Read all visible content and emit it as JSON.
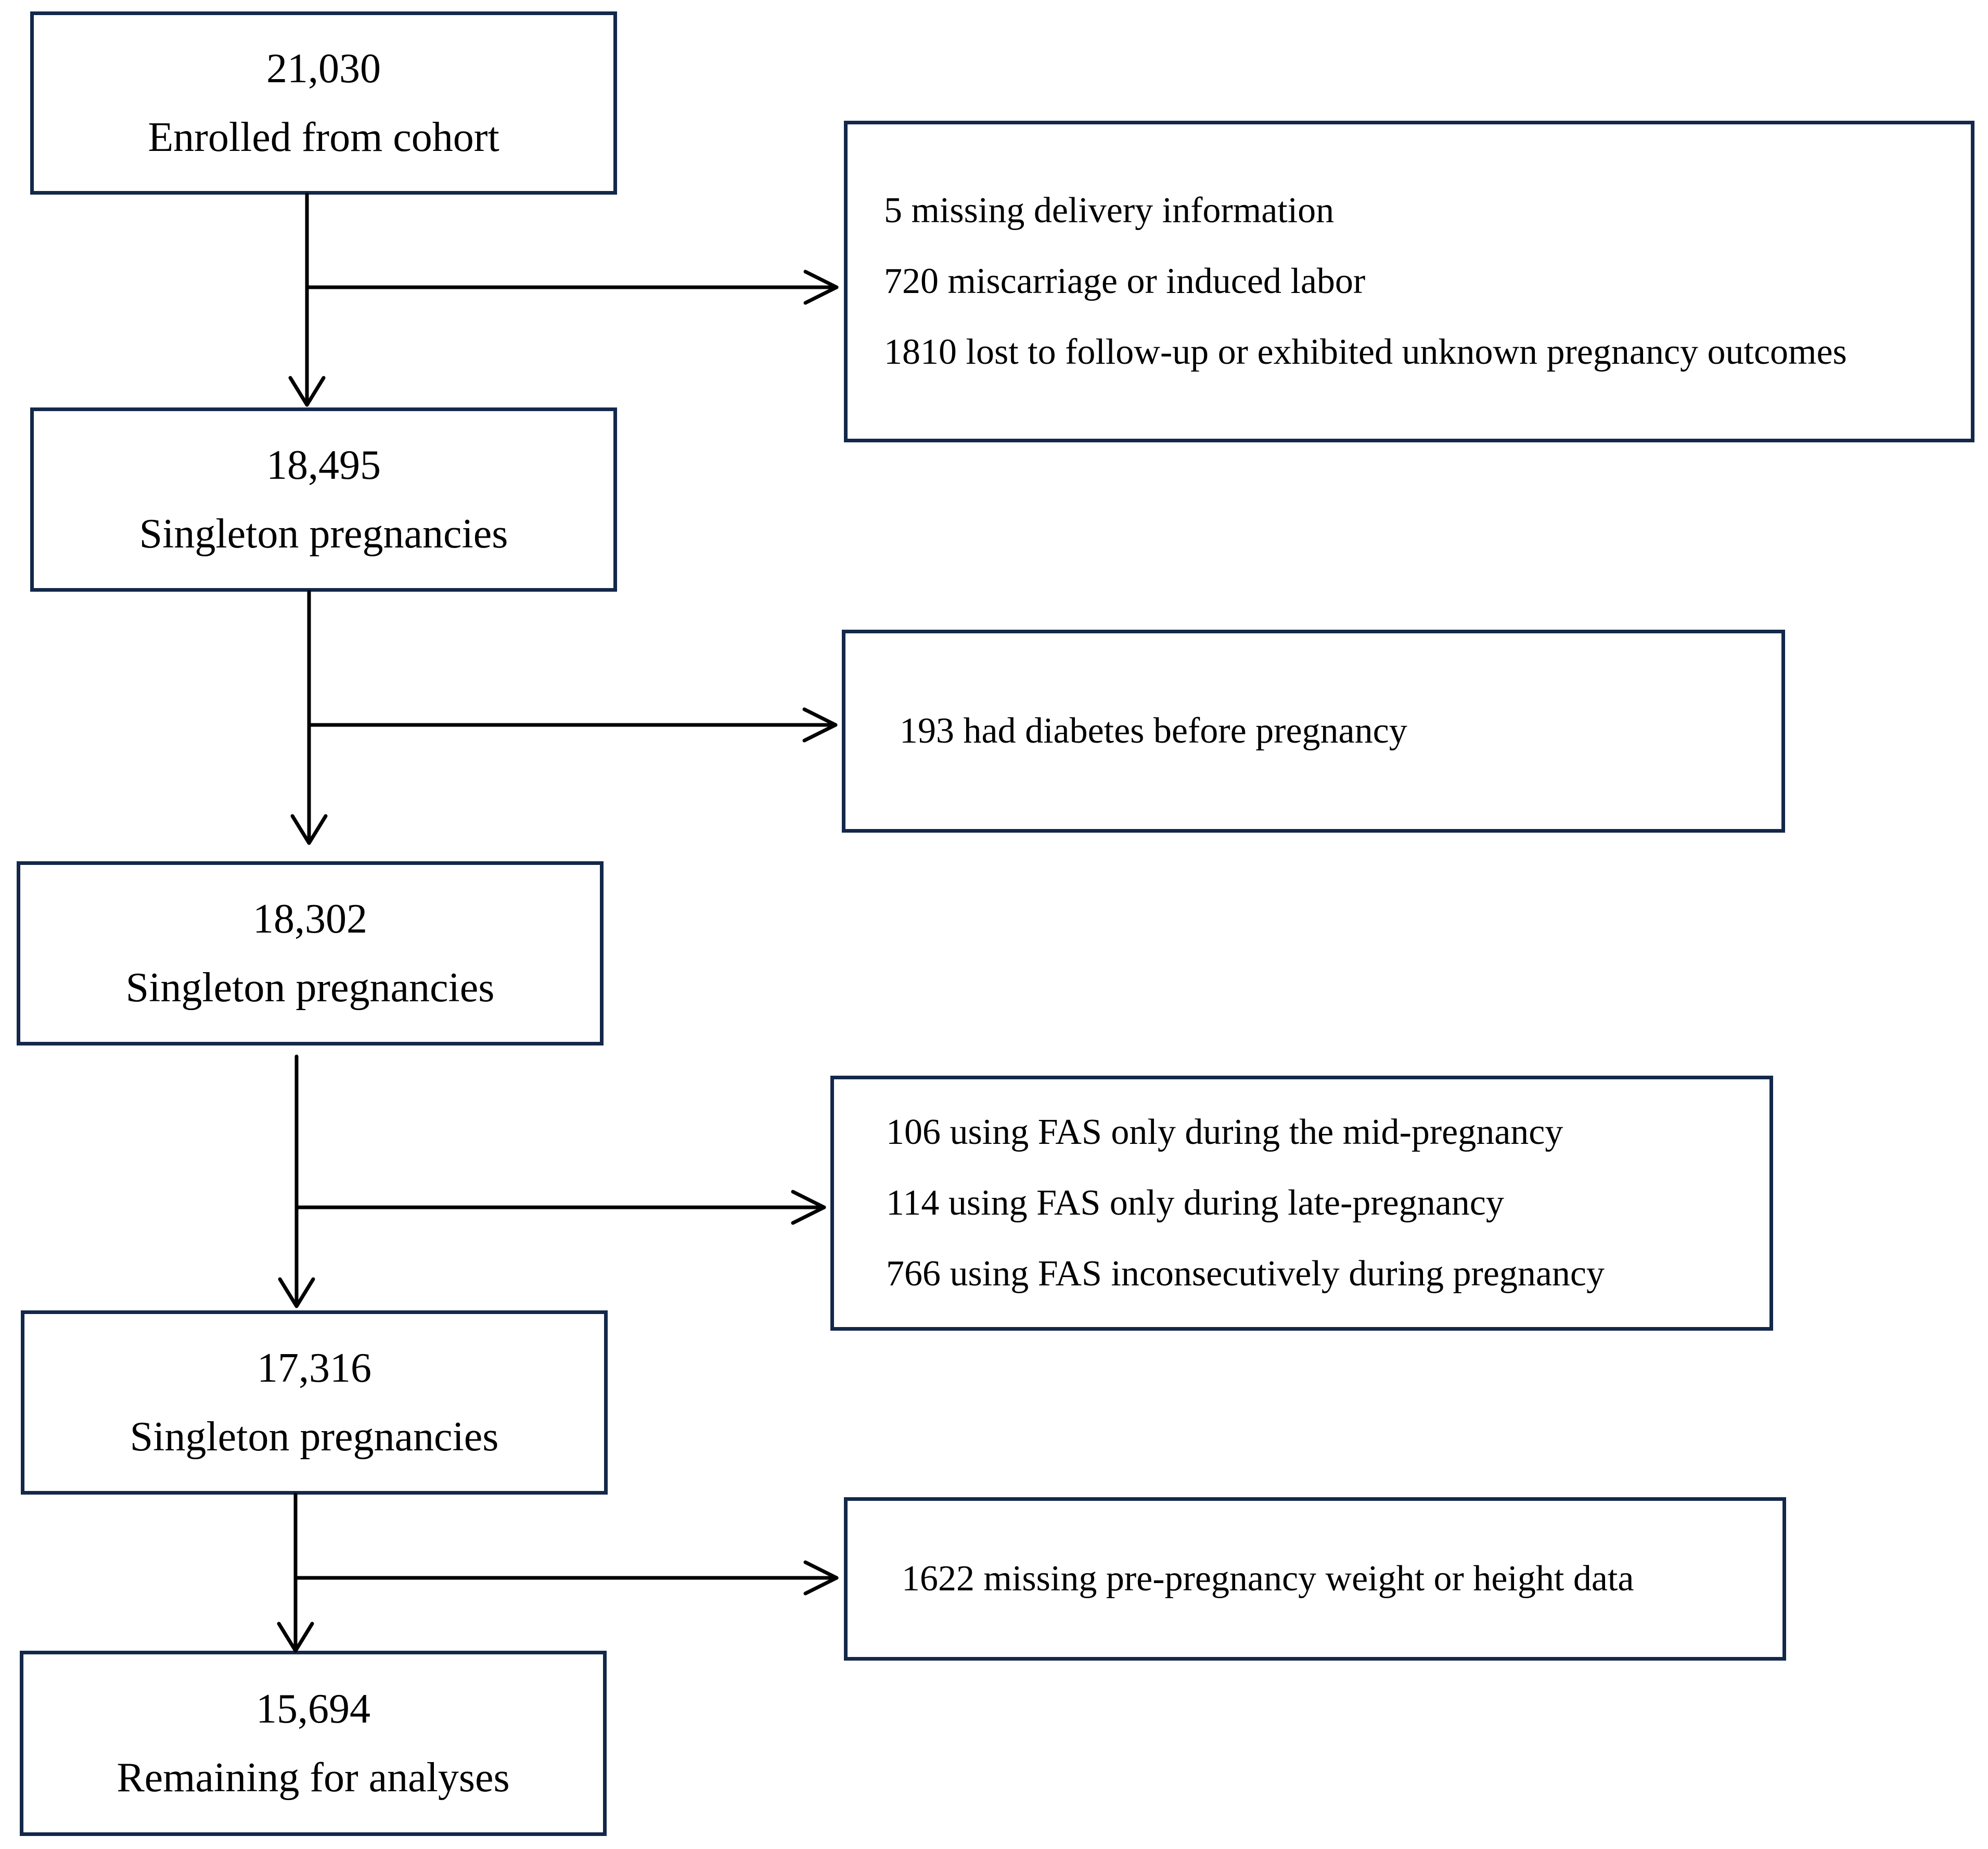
{
  "stages": [
    {
      "count": "21,030",
      "label": "Enrolled from cohort"
    },
    {
      "count": "18,495",
      "label": "Singleton pregnancies"
    },
    {
      "count": "18,302",
      "label": "Singleton pregnancies"
    },
    {
      "count": "17,316",
      "label": "Singleton pregnancies"
    },
    {
      "count": "15,694",
      "label": "Remaining for analyses"
    }
  ],
  "exclusions": [
    {
      "lines": [
        "5 missing delivery information",
        "720 miscarriage or induced labor",
        "1810 lost to follow-up or exhibited unknown pregnancy outcomes"
      ]
    },
    {
      "lines": [
        "193 had diabetes before pregnancy"
      ]
    },
    {
      "lines": [
        "106 using FAS only during the mid-pregnancy",
        "114 using FAS only during late-pregnancy",
        "766 using FAS inconsecutively during pregnancy"
      ]
    },
    {
      "lines": [
        "1622 missing pre-pregnancy weight or height data"
      ]
    }
  ],
  "colors": {
    "box_border": "#13284a",
    "arrow": "#000000"
  }
}
